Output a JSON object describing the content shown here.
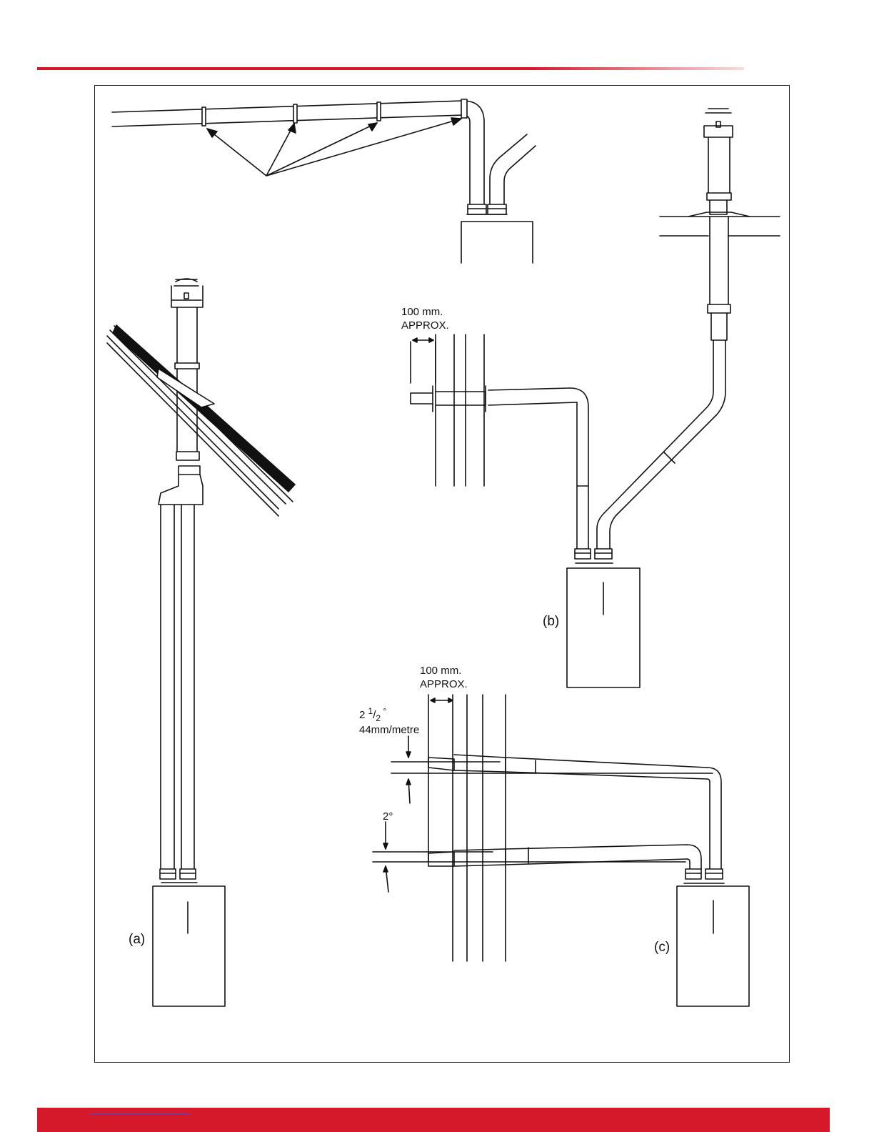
{
  "labels": {
    "a": "(a)",
    "b": "(b)",
    "c": "(c)"
  },
  "notes": {
    "b_distance_line1": "100 mm.",
    "b_distance_line2": "APPROX.",
    "c_distance_line1": "100 mm.",
    "c_distance_line2": "APPROX.",
    "c_fall_line1_prefix": "2 ",
    "c_fall_line1_num": "1",
    "c_fall_line1_slash": "/",
    "c_fall_line1_den": "2",
    "c_fall_line1_deg": " °",
    "c_fall_line2": "44mm/metre",
    "c_angle": "2°"
  },
  "colors": {
    "accent": "#d6182b",
    "line": "#111111"
  }
}
